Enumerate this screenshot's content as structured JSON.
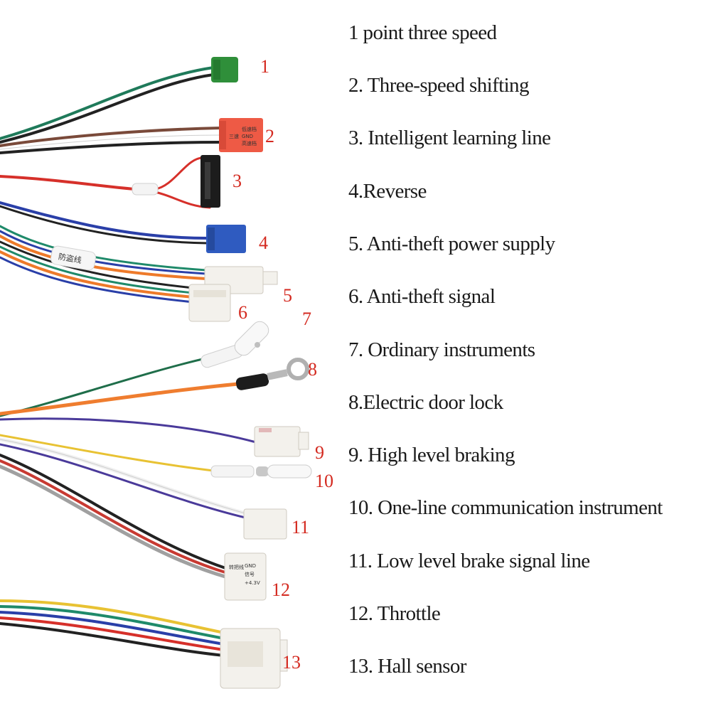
{
  "legend": [
    "1 point three speed",
    "2. Three-speed shifting",
    "3. Intelligent learning line",
    "4.Reverse",
    "5. Anti-theft power supply",
    "6. Anti-theft signal",
    "7. Ordinary instruments",
    "8.Electric door lock",
    "9. High level braking",
    "10. One-line communication instrument",
    "11. Low level brake signal line",
    "12. Throttle",
    "13. Hall sensor"
  ],
  "callouts": [
    "1",
    "2",
    "3",
    "4",
    "5",
    "6",
    "7",
    "8",
    "9",
    "10",
    "11",
    "12",
    "13"
  ],
  "connector_labels": {
    "c2_line1": "低速档",
    "c2_line2": "GND",
    "c2_line3": "高速档",
    "c2_side": "三速",
    "sleeve_antitheft": "防盗线",
    "c12_side": "转把线",
    "c12_line1": "GND",
    "c12_line2": "信号",
    "c12_line3": "+4.3V"
  },
  "colors": {
    "callout_red": "#d42a20",
    "connector_green": "#2f8f3a",
    "connector_red": "#ee5a45",
    "connector_blue": "#2f5bc0",
    "connector_white": "#f3f1ec"
  }
}
